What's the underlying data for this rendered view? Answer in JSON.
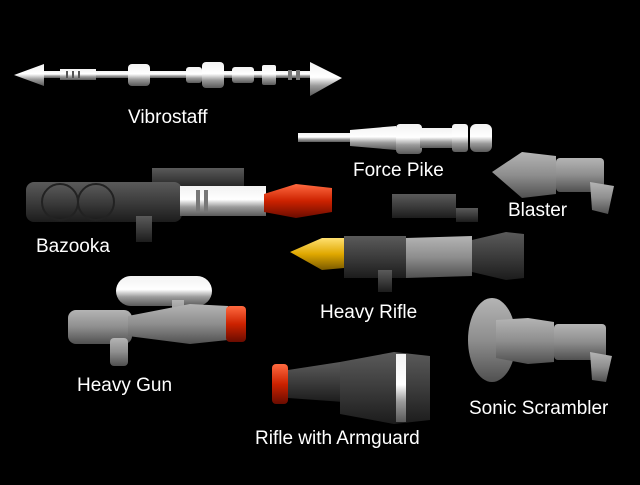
{
  "colors": {
    "background": "#000000",
    "label_text": "#ffffff",
    "grey_part": "#8a8a8a",
    "dark_part": "#3a3a3a",
    "chrome": "#d8d8d8",
    "red_tip": "#cc2200",
    "gold_tip": "#e0a800"
  },
  "items": [
    {
      "id": "vibrostaff",
      "label": "Vibrostaff"
    },
    {
      "id": "force-pike",
      "label": "Force Pike"
    },
    {
      "id": "blaster",
      "label": "Blaster"
    },
    {
      "id": "bazooka",
      "label": "Bazooka"
    },
    {
      "id": "heavy-rifle",
      "label": "Heavy Rifle"
    },
    {
      "id": "heavy-gun",
      "label": "Heavy Gun"
    },
    {
      "id": "sonic-scrambler",
      "label": "Sonic Scrambler"
    },
    {
      "id": "rifle-armguard",
      "label": "Rifle with Armguard"
    }
  ]
}
